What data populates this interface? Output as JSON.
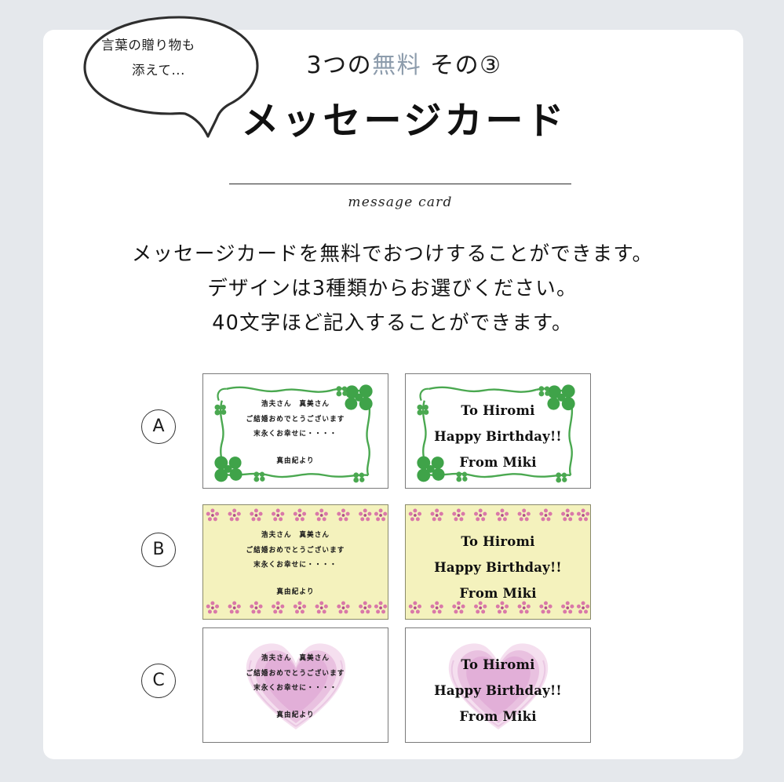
{
  "page": {
    "background_color": "#e5e8ec",
    "sheet_color": "#ffffff"
  },
  "bubble": {
    "line1": "言葉の贈り物も",
    "line2": "添えて..."
  },
  "header": {
    "kicker_prefix": "3つの",
    "kicker_free": "無料",
    "kicker_suffix": " その③",
    "free_color": "#8d9cac",
    "title": "メッセージカード",
    "subtitle": "message card"
  },
  "body": {
    "line1": "メッセージカードを無料でおつけすることができます。",
    "line2": "デザインは3種類からお選びください。",
    "line3": "40文字ほど記入することができます。"
  },
  "samples": {
    "messages": {
      "jp": {
        "line1": "浩夫さん　真美さん",
        "line2": "ご結婚おめでとうございます",
        "line3": "末永くお幸せに・・・・",
        "signature": "真由紀より"
      },
      "en": {
        "line1": "To Hiromi",
        "line2": "Happy Birthday!!",
        "line3": "From Miki"
      }
    },
    "designs": [
      {
        "letter": "A",
        "style": "green-clover",
        "card_background": "#ffffff",
        "accent_color": "#3fa349"
      },
      {
        "letter": "B",
        "style": "yellow-floral",
        "card_background": "#f4f2bd",
        "accent_color": "#d46fa0"
      },
      {
        "letter": "C",
        "style": "pink-heart",
        "card_background": "#ffffff",
        "accent_color": "#e6b9dd"
      }
    ]
  }
}
